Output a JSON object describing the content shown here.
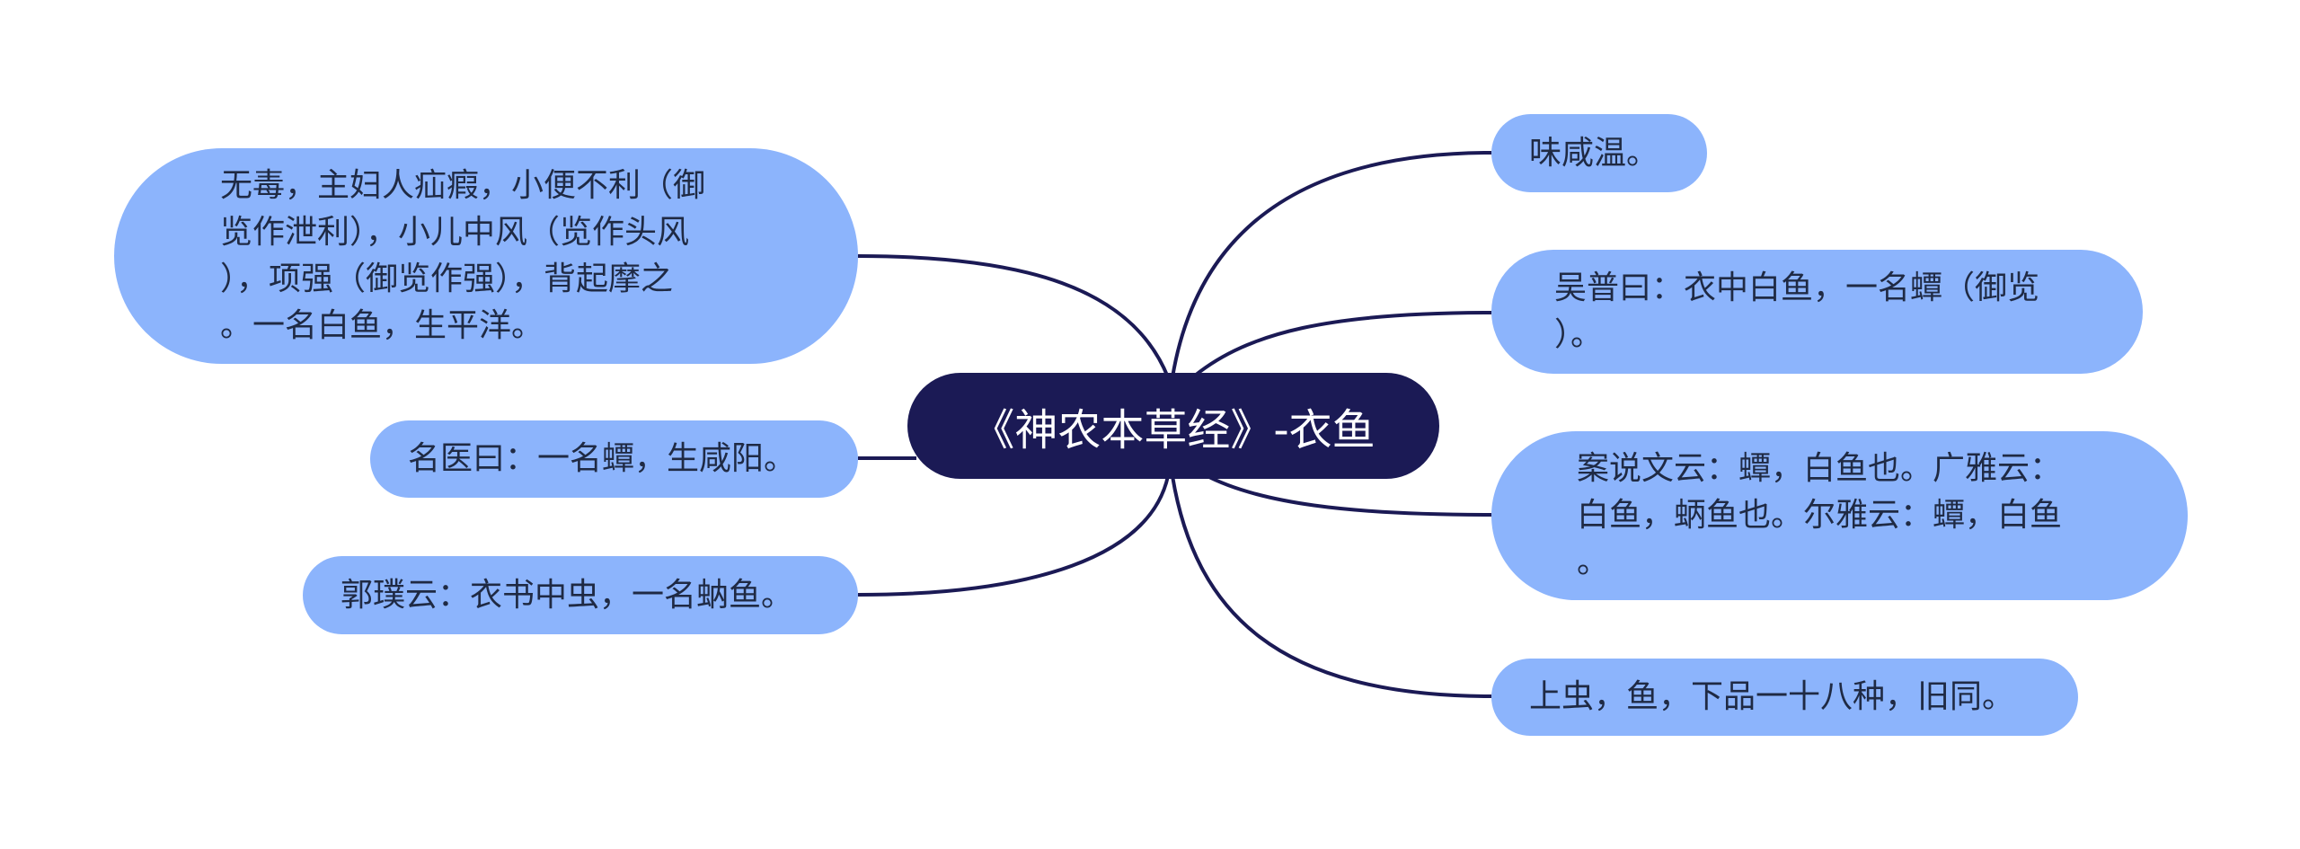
{
  "center": {
    "label": "《神农本草经》-衣鱼"
  },
  "left_nodes": [
    {
      "text": "无毒，主妇人疝瘕，小便不利（御\n览作泄利），小儿中风（览作头风\n），项强（御览作强），背起摩之\n。一名白鱼，生平洋。"
    },
    {
      "text": "名医曰：一名蟫，生咸阳。"
    },
    {
      "text": "郭璞云：衣书中虫，一名蚋鱼。"
    }
  ],
  "right_nodes": [
    {
      "text": "味咸温。"
    },
    {
      "text": "吴普曰：衣中白鱼，一名蟫（御览\n）。"
    },
    {
      "text": "案说文云：蟫，白鱼也。广雅云：\n白鱼，蛃鱼也。尔雅云：蟫，白鱼\n。"
    },
    {
      "text": "上虫，鱼，下品一十八种，旧同。"
    }
  ],
  "colors": {
    "center_fill": "#1b1a55",
    "node_fill": "#8cb4fc",
    "link_stroke": "#1b1a55"
  }
}
